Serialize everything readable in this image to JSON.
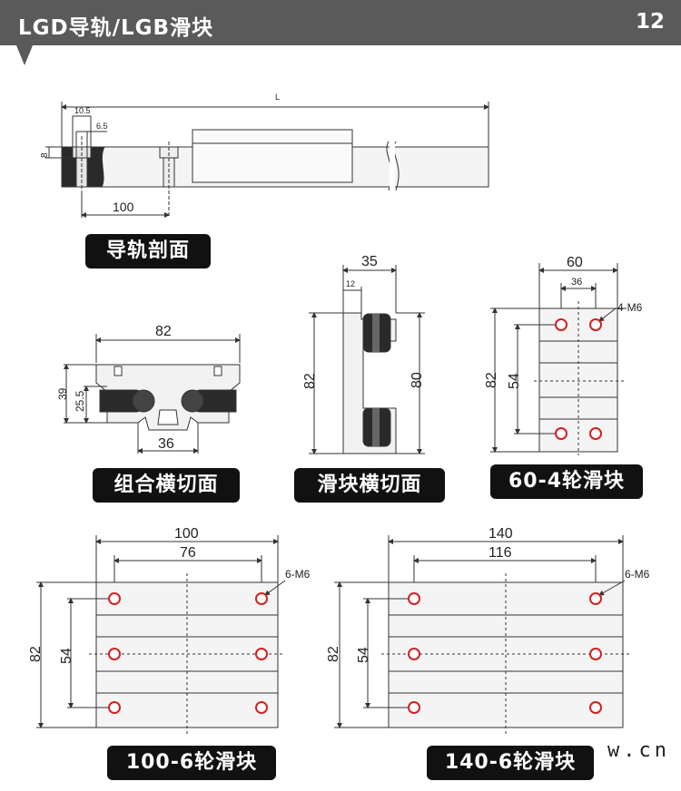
{
  "header": {
    "title": "LGD导轨/LGB滑块",
    "page": "12"
  },
  "labels": {
    "rail_section": "导轨剖面",
    "combined_cross_section": "组合横切面",
    "slider_cross_section": "滑块横切面",
    "slider_60_4": "60-4轮滑块",
    "slider_100_6": "100-6轮滑块",
    "slider_140_6": "140-6轮滑块"
  },
  "rail_dims": {
    "length": "L",
    "hole_outer": "10.5",
    "hole_inner": "6.5",
    "height": "8",
    "pitch": "100"
  },
  "combined_dims": {
    "width": "82",
    "height_total": "39",
    "height_center": "25.5",
    "rail_width": "36"
  },
  "slider_section_dims": {
    "width": "35",
    "offset": "12",
    "height_left": "82",
    "height_right": "80"
  },
  "slider_60_dims": {
    "width": "60",
    "hole_pitch_x": "36",
    "holes": "4-M6",
    "height": "82",
    "hole_pitch_y": "54"
  },
  "slider_100_dims": {
    "width": "100",
    "hole_pitch_x": "76",
    "holes": "6-M6",
    "height": "82",
    "hole_pitch_y": "54"
  },
  "slider_140_dims": {
    "width": "140",
    "hole_pitch_x": "116",
    "holes": "6-M6",
    "height": "82",
    "hole_pitch_y": "54"
  },
  "watermark": "w.cn",
  "colors": {
    "header_bg": "#5a5a5a",
    "hole_red": "#d42020",
    "label_bg": "#111111"
  }
}
